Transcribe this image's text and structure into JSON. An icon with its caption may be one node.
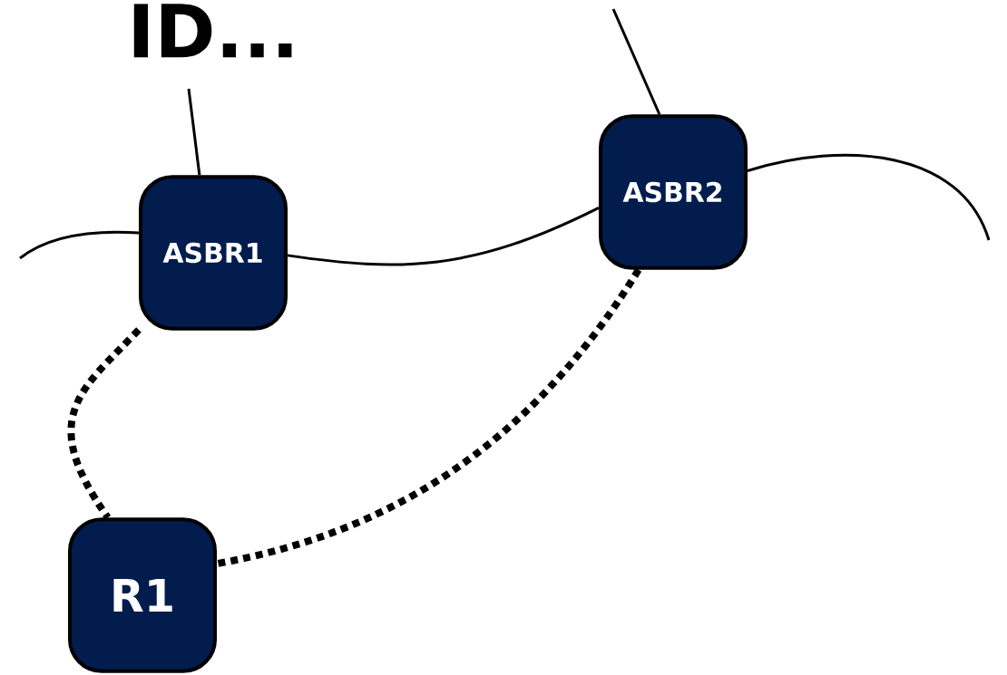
{
  "diagram": {
    "nodes": [
      {
        "text": [
          "ASBR1"
        ]
      },
      {
        "text": [
          "ASBR2"
        ]
      },
      {
        "text": [
          "R1"
        ]
      }
    ],
    "edges": [
      {
        "from": null,
        "to": 0,
        "arrow": "none"
      },
      {
        "from": null,
        "to": 0,
        "arrow": "none"
      },
      {
        "from": 0,
        "to": 1,
        "arrow": "none"
      },
      {
        "from": null,
        "to": 1,
        "arrow": "none"
      },
      {
        "from": 1,
        "to": null,
        "arrow": "none"
      },
      {
        "from": 0,
        "to": 2,
        "arrow": "none",
        "style": "dashed"
      },
      {
        "from": 1,
        "to": 2,
        "arrow": "none",
        "style": "dashed"
      }
    ],
    "labels": [
      "ID..."
    ]
  }
}
